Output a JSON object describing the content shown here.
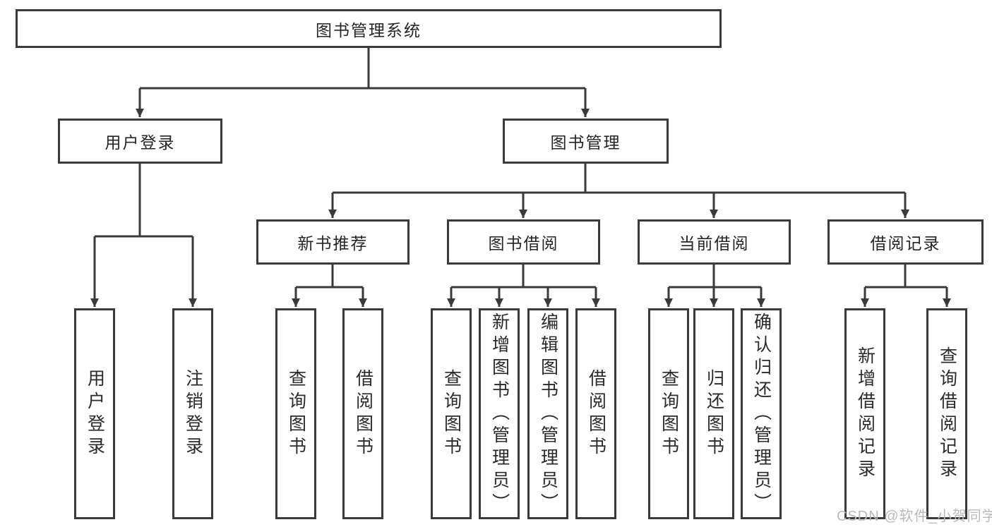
{
  "diagram": {
    "root": {
      "label": "图书管理系统"
    },
    "level2": [
      {
        "label": "用户登录"
      },
      {
        "label": "图书管理"
      }
    ],
    "level3": [
      {
        "label": "新书推荐"
      },
      {
        "label": "图书借阅"
      },
      {
        "label": "当前借阅"
      },
      {
        "label": "借阅记录"
      }
    ],
    "leaves": {
      "user_login": [
        {
          "label": "用户登录"
        },
        {
          "label": "注销登录"
        }
      ],
      "new_book": [
        {
          "label": "查询图书"
        },
        {
          "label": "借阅图书"
        }
      ],
      "book_borrow": [
        {
          "label": "查询图书"
        },
        {
          "label": "新增图书（管理员）"
        },
        {
          "label": "编辑图书（管理员）"
        },
        {
          "label": "借阅图书"
        }
      ],
      "current_borrow": [
        {
          "label": "查询图书"
        },
        {
          "label": "归还图书"
        },
        {
          "label": "确认归还（管理员）"
        }
      ],
      "borrow_record": [
        {
          "label": "新增借阅记录"
        },
        {
          "label": "查询借阅记录"
        }
      ]
    }
  },
  "watermark": {
    "text": "CSDN @软件_小贺同学"
  },
  "colors": {
    "line": "#3a3a3a",
    "watermark": "#b9b9b9",
    "background": "#ffffff"
  }
}
